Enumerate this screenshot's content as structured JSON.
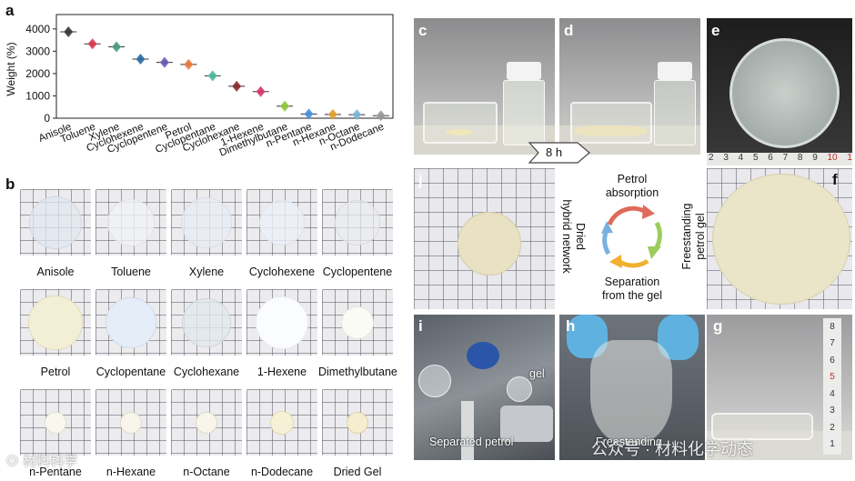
{
  "panel_labels": {
    "a": "a",
    "b": "b",
    "c": "c",
    "d": "d",
    "e": "e",
    "f": "f",
    "g": "g",
    "h": "h",
    "i": "i",
    "j": "j"
  },
  "chart_data": {
    "type": "scatter",
    "ylabel": "Weight (%)",
    "yticks": [
      0,
      1000,
      2000,
      3000,
      4000
    ],
    "ylim": [
      0,
      4400
    ],
    "categories": [
      "Anisole",
      "Toluene",
      "Xylene",
      "Cyclohexene",
      "Cyclopentene",
      "Petrol",
      "Cyclopentane",
      "Cyclohexane",
      "1-Hexene",
      "Dimethylbutane",
      "n-Pentane",
      "n-Hexane",
      "n-Octane",
      "n-Dodecane"
    ],
    "values": [
      3870,
      3330,
      3200,
      2650,
      2500,
      2410,
      1900,
      1430,
      1190,
      540,
      190,
      170,
      160,
      110
    ],
    "colors": [
      "#3a3a3a",
      "#d9384f",
      "#4a9b7c",
      "#2f6da3",
      "#6a5db0",
      "#e8783a",
      "#4db89b",
      "#8a2e2e",
      "#d6386a",
      "#8cc63f",
      "#4a90d9",
      "#e0a030",
      "#7ab3d8",
      "#999999"
    ],
    "grid": false
  },
  "samples": {
    "row1": [
      "Anisole",
      "Toluene",
      "Xylene",
      "Cyclohexene",
      "Cyclopentene"
    ],
    "row2": [
      "Petrol",
      "Cyclopentane",
      "Cyclohexane",
      "1-Hexene",
      "Dimethylbutane"
    ],
    "row3": [
      "n-Pentane",
      "n-Hexane",
      "n-Octane",
      "n-Dodecane",
      "Dried Gel"
    ]
  },
  "photos": {
    "time_label": "8 h",
    "ruler_numbers": [
      "2",
      "3",
      "4",
      "5",
      "6",
      "7",
      "8",
      "9",
      "10",
      "1"
    ],
    "separated_petrol": "Separated petrol",
    "gel_label": "gel",
    "freestanding": "Freestanding",
    "v_ruler": [
      "1",
      "2",
      "3",
      "4",
      "5",
      "6",
      "7",
      "8"
    ]
  },
  "cycle": {
    "top": "Petrol\nabsorption",
    "right": "Freestanding\npetrol gel",
    "bottom": "Separation\nfrom the gel",
    "left": "Dried\nhybrid network",
    "arrow_colors": [
      "#e06b5a",
      "#9ccc5a",
      "#f0b030",
      "#7ab0e0"
    ]
  },
  "watermarks": {
    "left": "⊙ 材料科学",
    "right": "公众号 · 材料化学动态"
  }
}
